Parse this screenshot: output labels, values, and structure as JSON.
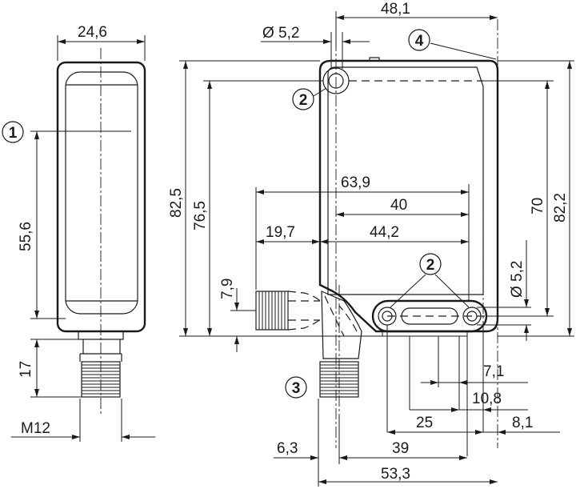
{
  "front_view": {
    "width_label": "24,6",
    "callout_1": "1",
    "height_55_label": "55,6",
    "connector_17_label": "17",
    "thread_label": "M12"
  },
  "side_view": {
    "total_width_label": "48,1",
    "hole_label_top": "Ø 5,2",
    "callout_4": "4",
    "callout_2_top": "2",
    "callout_2_bottom": "2",
    "callout_3": "3",
    "height_825_label": "82,5",
    "height_765_label": "76,5",
    "height_70_label": "70",
    "height_822_label": "82,2",
    "hole_label_right": "Ø 5,2",
    "width_639_label": "63,9",
    "width_40_label": "40",
    "width_197_label": "19,7",
    "width_442_label": "44,2",
    "offset_79_label": "7,9",
    "dim_71_label": "7,1",
    "dim_108_label": "10,8",
    "dim_25_label": "25",
    "dim_81_label": "8,1",
    "dim_63_label": "6,3",
    "dim_39_label": "39",
    "dim_533_label": "53,3"
  }
}
